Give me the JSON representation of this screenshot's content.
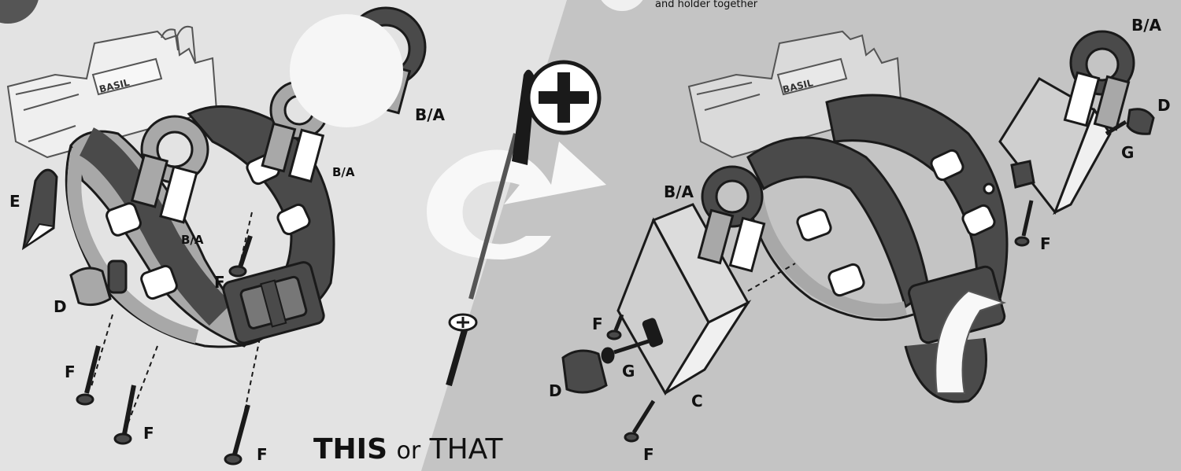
{
  "instruction_text": "and holder together",
  "footer": {
    "this": "THIS",
    "or": "or",
    "that": "THAT"
  },
  "brand": "BASIL",
  "labels": {
    "e_left": "E",
    "ba_top": "B/A",
    "ba_mid": "B/A",
    "ba_low": "B/A",
    "d_left": "D",
    "f_left_mid": "F",
    "f_left_a": "F",
    "f_left_b": "F",
    "f_left_c": "F",
    "ba_right_top": "B/A",
    "d_right_top": "D",
    "g_right": "G",
    "f_right_top": "F",
    "ba_right_mid": "B/A",
    "f_right_mid": "F",
    "d_right_low": "D",
    "g_right_low": "G",
    "c_right": "C",
    "f_right_low": "F"
  },
  "colors": {
    "left_bg": "#e3e3e3",
    "right_bg": "#c4c4c4",
    "strap_dark": "#4a4a4a",
    "strap_light": "#a8a8a8",
    "outline": "#1a1a1a"
  },
  "icons": [
    "phillips-screwdriver-icon",
    "rotate-arrow-icon",
    "screw-icon"
  ]
}
